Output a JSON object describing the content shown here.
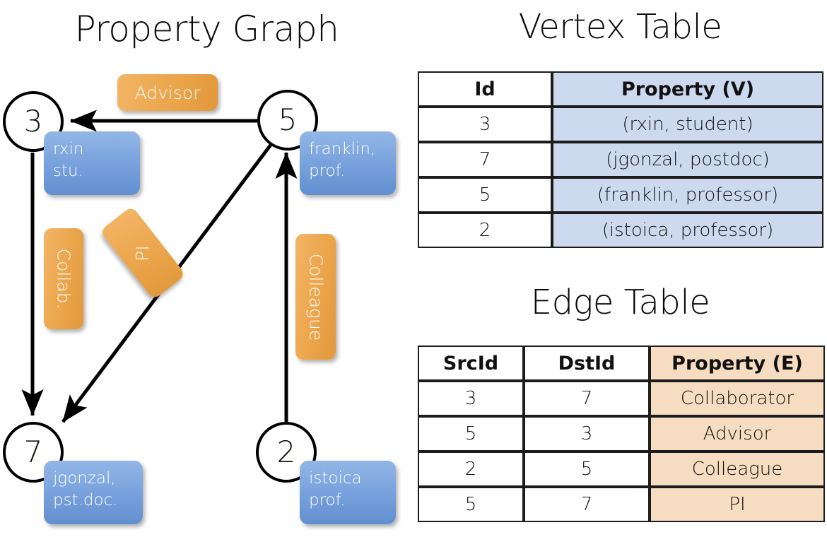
{
  "titles": {
    "property_graph": "Property Graph",
    "vertex_table": "Vertex Table",
    "edge_table": "Edge Table"
  },
  "graph": {
    "vertices": [
      {
        "id": "3",
        "property_label": "rxin\nstu."
      },
      {
        "id": "5",
        "property_label": "franklin,\nprof."
      },
      {
        "id": "7",
        "property_label": "jgonzal,\npst.doc."
      },
      {
        "id": "2",
        "property_label": "istoica\nprof."
      }
    ],
    "vertex_labels": {
      "v3_line1": "rxin",
      "v3_line2": "stu.",
      "v5_line1": "franklin,",
      "v5_line2": "prof.",
      "v7_line1": "jgonzal,",
      "v7_line2": "pst.doc.",
      "v2_line1": "istoica",
      "v2_line2": "prof."
    },
    "edge_labels": {
      "advisor": "Advisor",
      "collab": "Collab.",
      "pi": "PI",
      "colleague": "Colleague"
    },
    "edges": [
      {
        "src": "5",
        "dst": "3",
        "label": "Advisor"
      },
      {
        "src": "3",
        "dst": "7",
        "label": "Collab."
      },
      {
        "src": "5",
        "dst": "7",
        "label": "PI"
      },
      {
        "src": "2",
        "dst": "5",
        "label": "Colleague"
      }
    ]
  },
  "vertex_table": {
    "headers": [
      "Id",
      "Property (V)"
    ],
    "rows": [
      {
        "id": "3",
        "property": "(rxin, student)"
      },
      {
        "id": "7",
        "property": "(jgonzal, postdoc)"
      },
      {
        "id": "5",
        "property": "(franklin, professor)"
      },
      {
        "id": "2",
        "property": "(istoica, professor)"
      }
    ]
  },
  "edge_table": {
    "headers": [
      "SrcId",
      "DstId",
      "Property (E)"
    ],
    "rows": [
      {
        "src": "3",
        "dst": "7",
        "property": "Collaborator"
      },
      {
        "src": "5",
        "dst": "3",
        "property": "Advisor"
      },
      {
        "src": "2",
        "dst": "5",
        "property": "Colleague"
      },
      {
        "src": "5",
        "dst": "7",
        "property": "PI"
      }
    ]
  },
  "colors": {
    "vertex_property_blue": "#7ba4de",
    "edge_label_orange": "#eda84f",
    "table_blue_cell": "#ccd9ef",
    "table_orange_cell": "#f6dcc1",
    "stroke": "#000000"
  }
}
